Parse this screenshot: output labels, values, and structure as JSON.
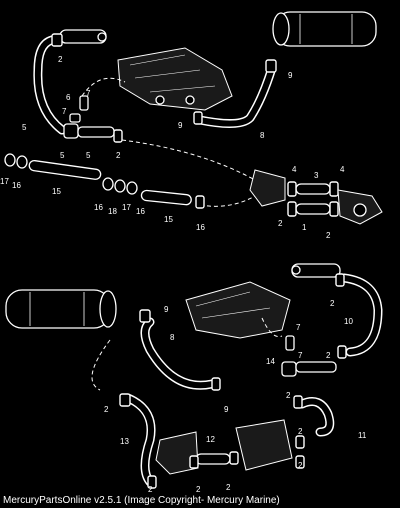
{
  "caption": "MercuryPartsOnline v2.5.1 (Image Copyright- Mercury Marine)",
  "upper_callouts": [
    "2",
    "9",
    "6",
    "7",
    "7",
    "5",
    "5",
    "5",
    "9",
    "8",
    "2",
    "17",
    "16",
    "15",
    "16",
    "18",
    "17",
    "16",
    "15",
    "16",
    "4",
    "3",
    "4",
    "2",
    "1",
    "2"
  ],
  "lower_callouts": [
    "9",
    "2",
    "8",
    "7",
    "7",
    "14",
    "10",
    "2",
    "2",
    "9",
    "2",
    "11",
    "13",
    "12",
    "2",
    "2",
    "2",
    "2",
    "2"
  ]
}
